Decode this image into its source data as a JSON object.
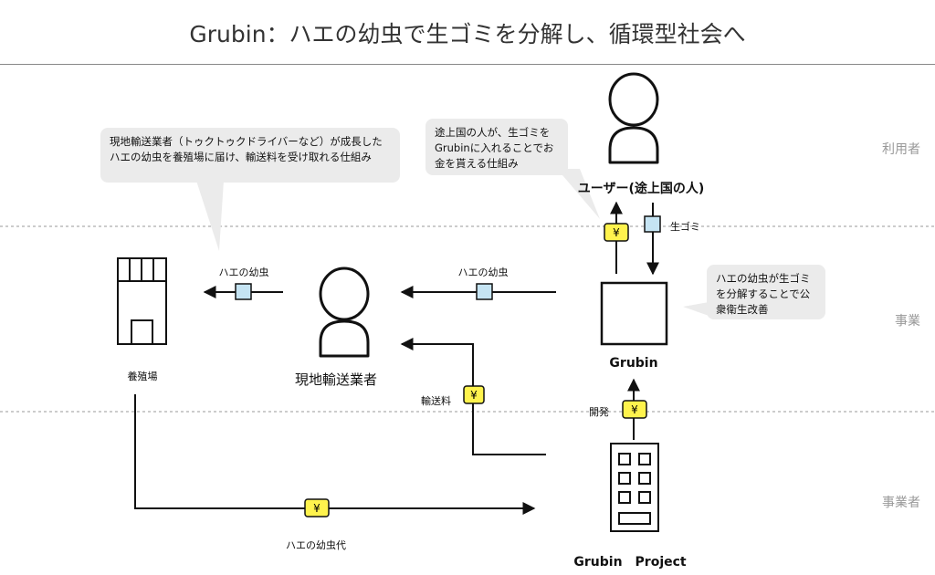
{
  "title": "Grubin：ハエの幼虫で生ゴミを分解し、循環型社会へ",
  "lanes": {
    "users": "利用者",
    "business": "事業",
    "operator": "事業者"
  },
  "bubbles": {
    "driver_scheme": "現地輸送業者（トゥクトゥクドライバーなど）が成長したハエの幼虫を養殖場に届け、輸送料を受け取れる仕組み",
    "user_scheme": "途上国の人が、生ゴミをGrubinに入れることでお金を貰える仕組み",
    "grubin_effect": "ハエの幼虫が生ゴミを分解することで公衆衛生改善"
  },
  "nodes": {
    "farm": "養殖場",
    "transporter": "現地輸送業者",
    "user": "ユーザー(途上国の人)",
    "grubin": "Grubin",
    "project": "Grubin　Project"
  },
  "flows": {
    "larvae_to_farm": "ハエの幼虫",
    "larvae_to_transporter": "ハエの幼虫",
    "food_waste": "生ゴミ",
    "transport_fee": "輸送料",
    "development": "開発",
    "larvae_payment": "ハエの幼虫代"
  },
  "symbols": {
    "yen": "¥"
  },
  "colors": {
    "yen_fill": "#fff34d",
    "goods_fill": "#c5e4f3",
    "bubble_fill": "#ebebeb",
    "lane_text": "#999999"
  }
}
